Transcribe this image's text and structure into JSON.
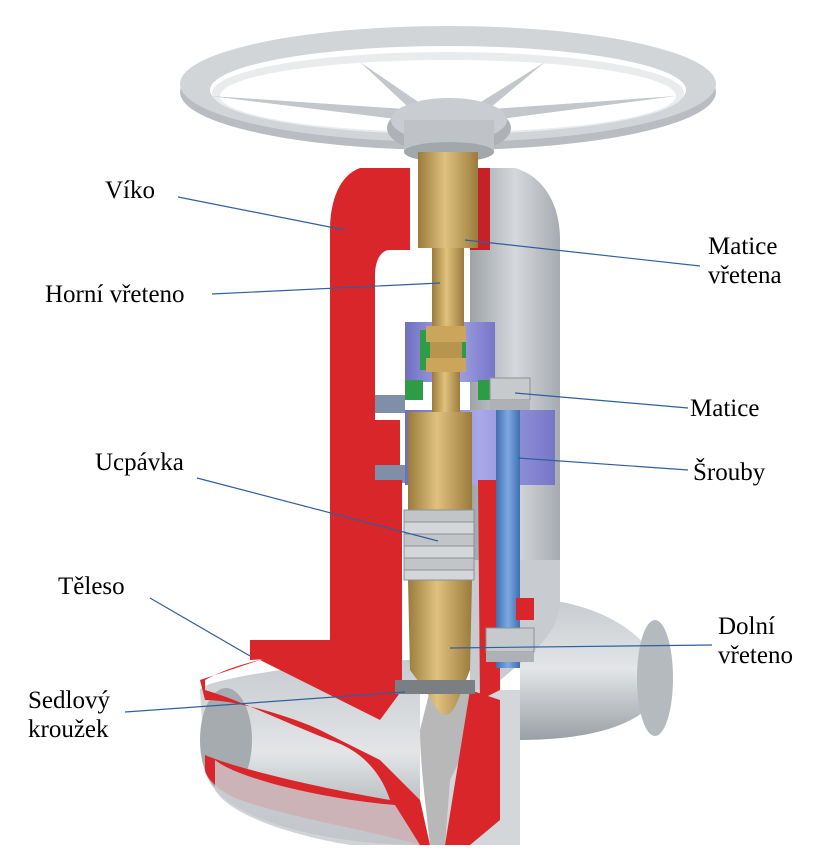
{
  "labels": {
    "viko": "Víko",
    "horni_vreteno": "Horní vřeteno",
    "ucpavka": "Ucpávka",
    "teleso": "Těleso",
    "sedlovy_krouzek": [
      "Sedlový",
      "kroužek"
    ],
    "matice_vretena": [
      "Matice",
      "vřetena"
    ],
    "matice": "Matice",
    "srouby": "Šrouby",
    "dolni_vreteno": [
      "Dolní",
      "vřeteno"
    ]
  },
  "colors": {
    "leader_line": "#2f5f9f",
    "section_red": "#d9262b",
    "body_grey": "#bfc3c7",
    "stem_gold": "#c9a45a",
    "bolt_blue": "#5b8fd1",
    "gland_purple": "#8c8cd8",
    "seal_green": "#2e9b47"
  }
}
